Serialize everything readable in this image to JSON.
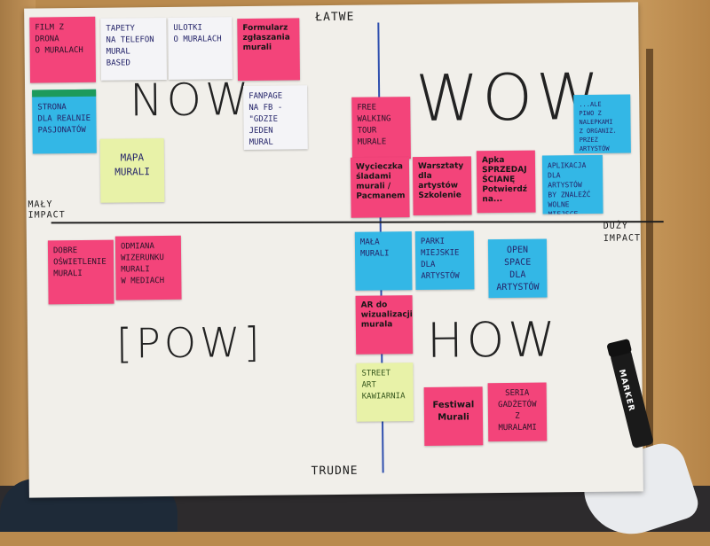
{
  "board": {
    "label_top": "ŁATWE",
    "label_bottom": "TRUDNE",
    "label_left": "MAŁY\nIMPACT",
    "label_right": "DUŻY\nIMPACT",
    "quadrant_now": "NOW",
    "quadrant_wow": "WOW",
    "quadrant_pow": "[POW]",
    "quadrant_how": "HOW"
  },
  "notes": {
    "film": "FILM Z\nDRONA\nO MURALACH",
    "tapety": "TAPETY\nNA TELEFON\nMURAL\nBASED",
    "ulotki": "ULOTKI\nO MURALACH",
    "formularz": "Formularz\nzgłaszania\nmurali",
    "strona": "STRONA\nDLA REALNIE\nPASJONATÓW",
    "fanpage": "FANPAGE\nNA FB -\n\"GDZIE\nJEDEN\nMURAL\nW KRK\"",
    "mapa": "MAPA\nMURALI",
    "free_walking": "FREE\nWALKING\nTOUR\nMURALE",
    "wycieczka": "Wycieczka\nśladami\nmurali /\nPacmanem",
    "warsztaty": "Warsztaty\ndla artystów\nSzkolenie",
    "apka": "Apka\nSPRZEDAJ\nŚCIANĘ\nPotwierdź na...",
    "piwo": "...ALE\nPIWO Z\nNALEPKAMI\nZ ORGANIZ.\nPRZEZ ARTYSTÓW",
    "aplikacja": "APLIKACJA\nDLA ARTYSTÓW\nBY ZNALEŹĆ\nWOLNE MIEJSCE",
    "dobre": "DOBRE\nOŚWIETLENIE\nMURALI",
    "odmiana": "ODMIANA\nWIZERUNKU\nMURALI\nW MEDIACH",
    "mala_murali": "MAŁA\nmurali",
    "parki": "PARKI\nMIEJSKIE\nDLA ARTYSTÓW",
    "open_space": "OPEN\nSPACE\nDLA ARTYSTÓW",
    "ar": "AR do\nwizualizacji\nmurala",
    "street_art": "STREET\nART\nKAWIARNIA",
    "festiwal": "Festiwal\nMurali",
    "seria": "SERIA\nGADŻETÓW\nZ MURALAMI"
  },
  "marker": {
    "label": "MARKER"
  },
  "colors": {
    "pink": "#f3447a",
    "blue": "#33b7e6",
    "yellow": "#e8f2a8",
    "white": "#f4f4f7",
    "paper": "#f1efea",
    "axis_blue": "#2f4fae"
  }
}
